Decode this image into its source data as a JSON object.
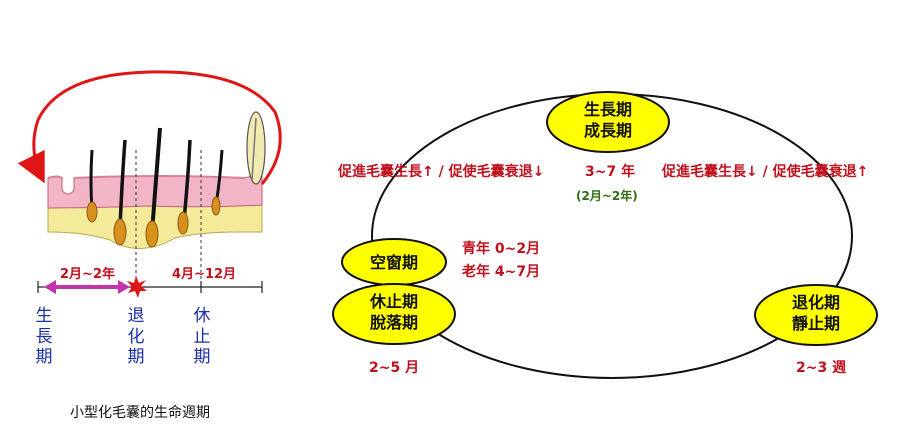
{
  "left_figure": {
    "range_growth": "2月~2年",
    "range_rest": "4月~12月",
    "stage_growth": "生長期",
    "stage_regression": "退化期",
    "stage_rest": "休止期",
    "caption": "小型化毛囊的生命週期"
  },
  "cycle": {
    "top": {
      "line1": "生長期",
      "line2": "成長期"
    },
    "empty": "空窗期",
    "left": {
      "line1": "休止期",
      "line2": "脫落期"
    },
    "right": {
      "line1": "退化期",
      "line2": "靜止期"
    }
  },
  "annotations": {
    "left_effect": "促進毛囊生長↑ / 促使毛囊衰退↓",
    "right_effect": "促進毛囊生長↓ / 促使毛囊衰退↑",
    "growth_duration": "3~7 年",
    "growth_duration_sub": "(2月~2年)",
    "empty_young": "青年  0~2月",
    "empty_old": "老年  4~7月",
    "rest_duration": "2~5 月",
    "regression_duration": "2~3 週"
  },
  "colors": {
    "bubble_fill": "#ffff00",
    "accent_red": "#c0121e",
    "stage_blue": "#1a2fa8",
    "range_arrow": "#c433a8",
    "duration_green": "#2e6e10"
  }
}
